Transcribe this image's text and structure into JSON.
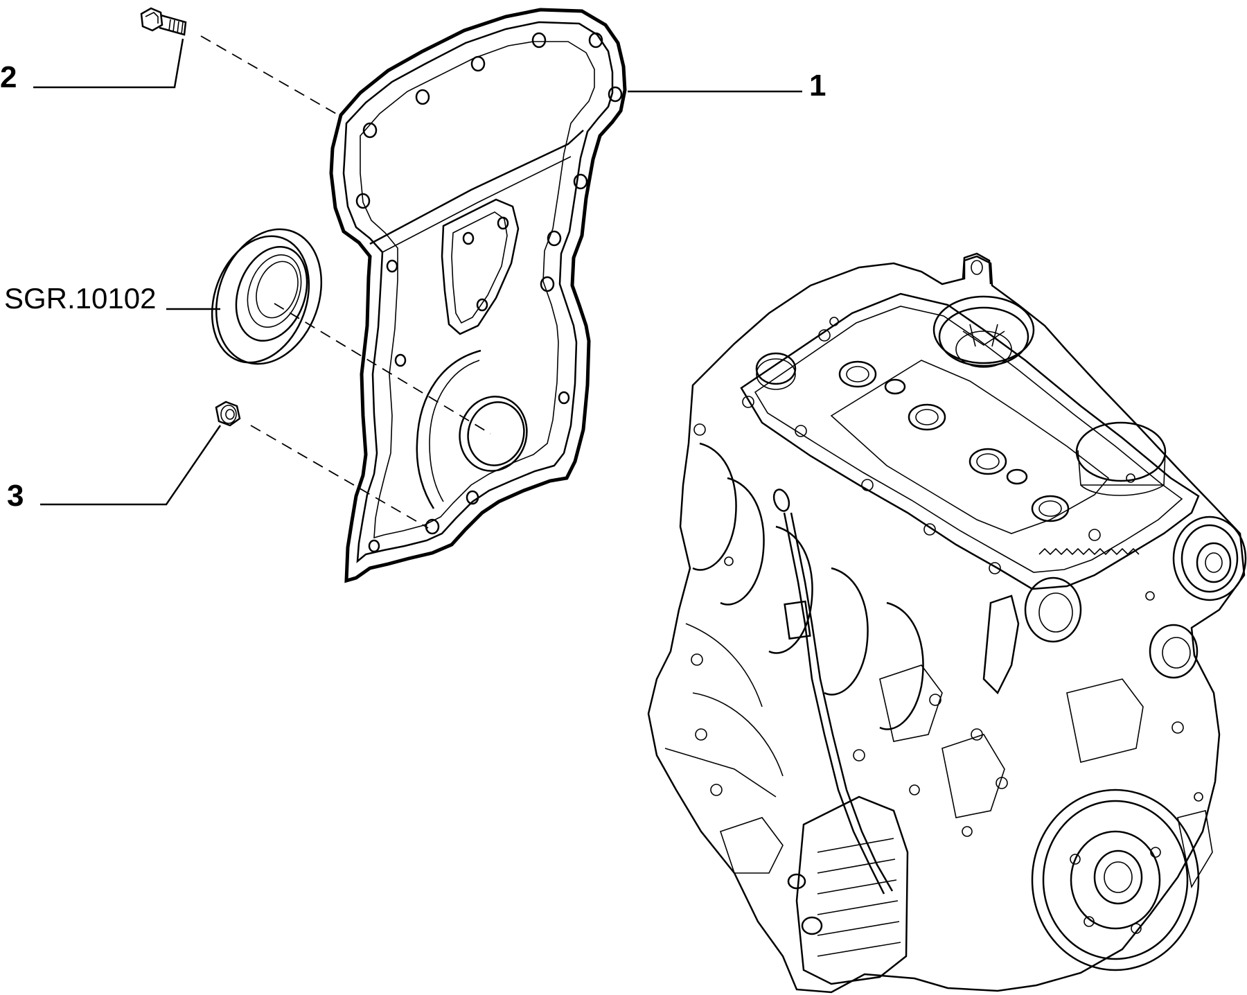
{
  "callouts": {
    "part_1": "1",
    "part_2": "2",
    "part_3": "3",
    "subgroup_ref": "SGR.10102"
  },
  "colors": {
    "line": "#000000",
    "background": "#ffffff"
  }
}
